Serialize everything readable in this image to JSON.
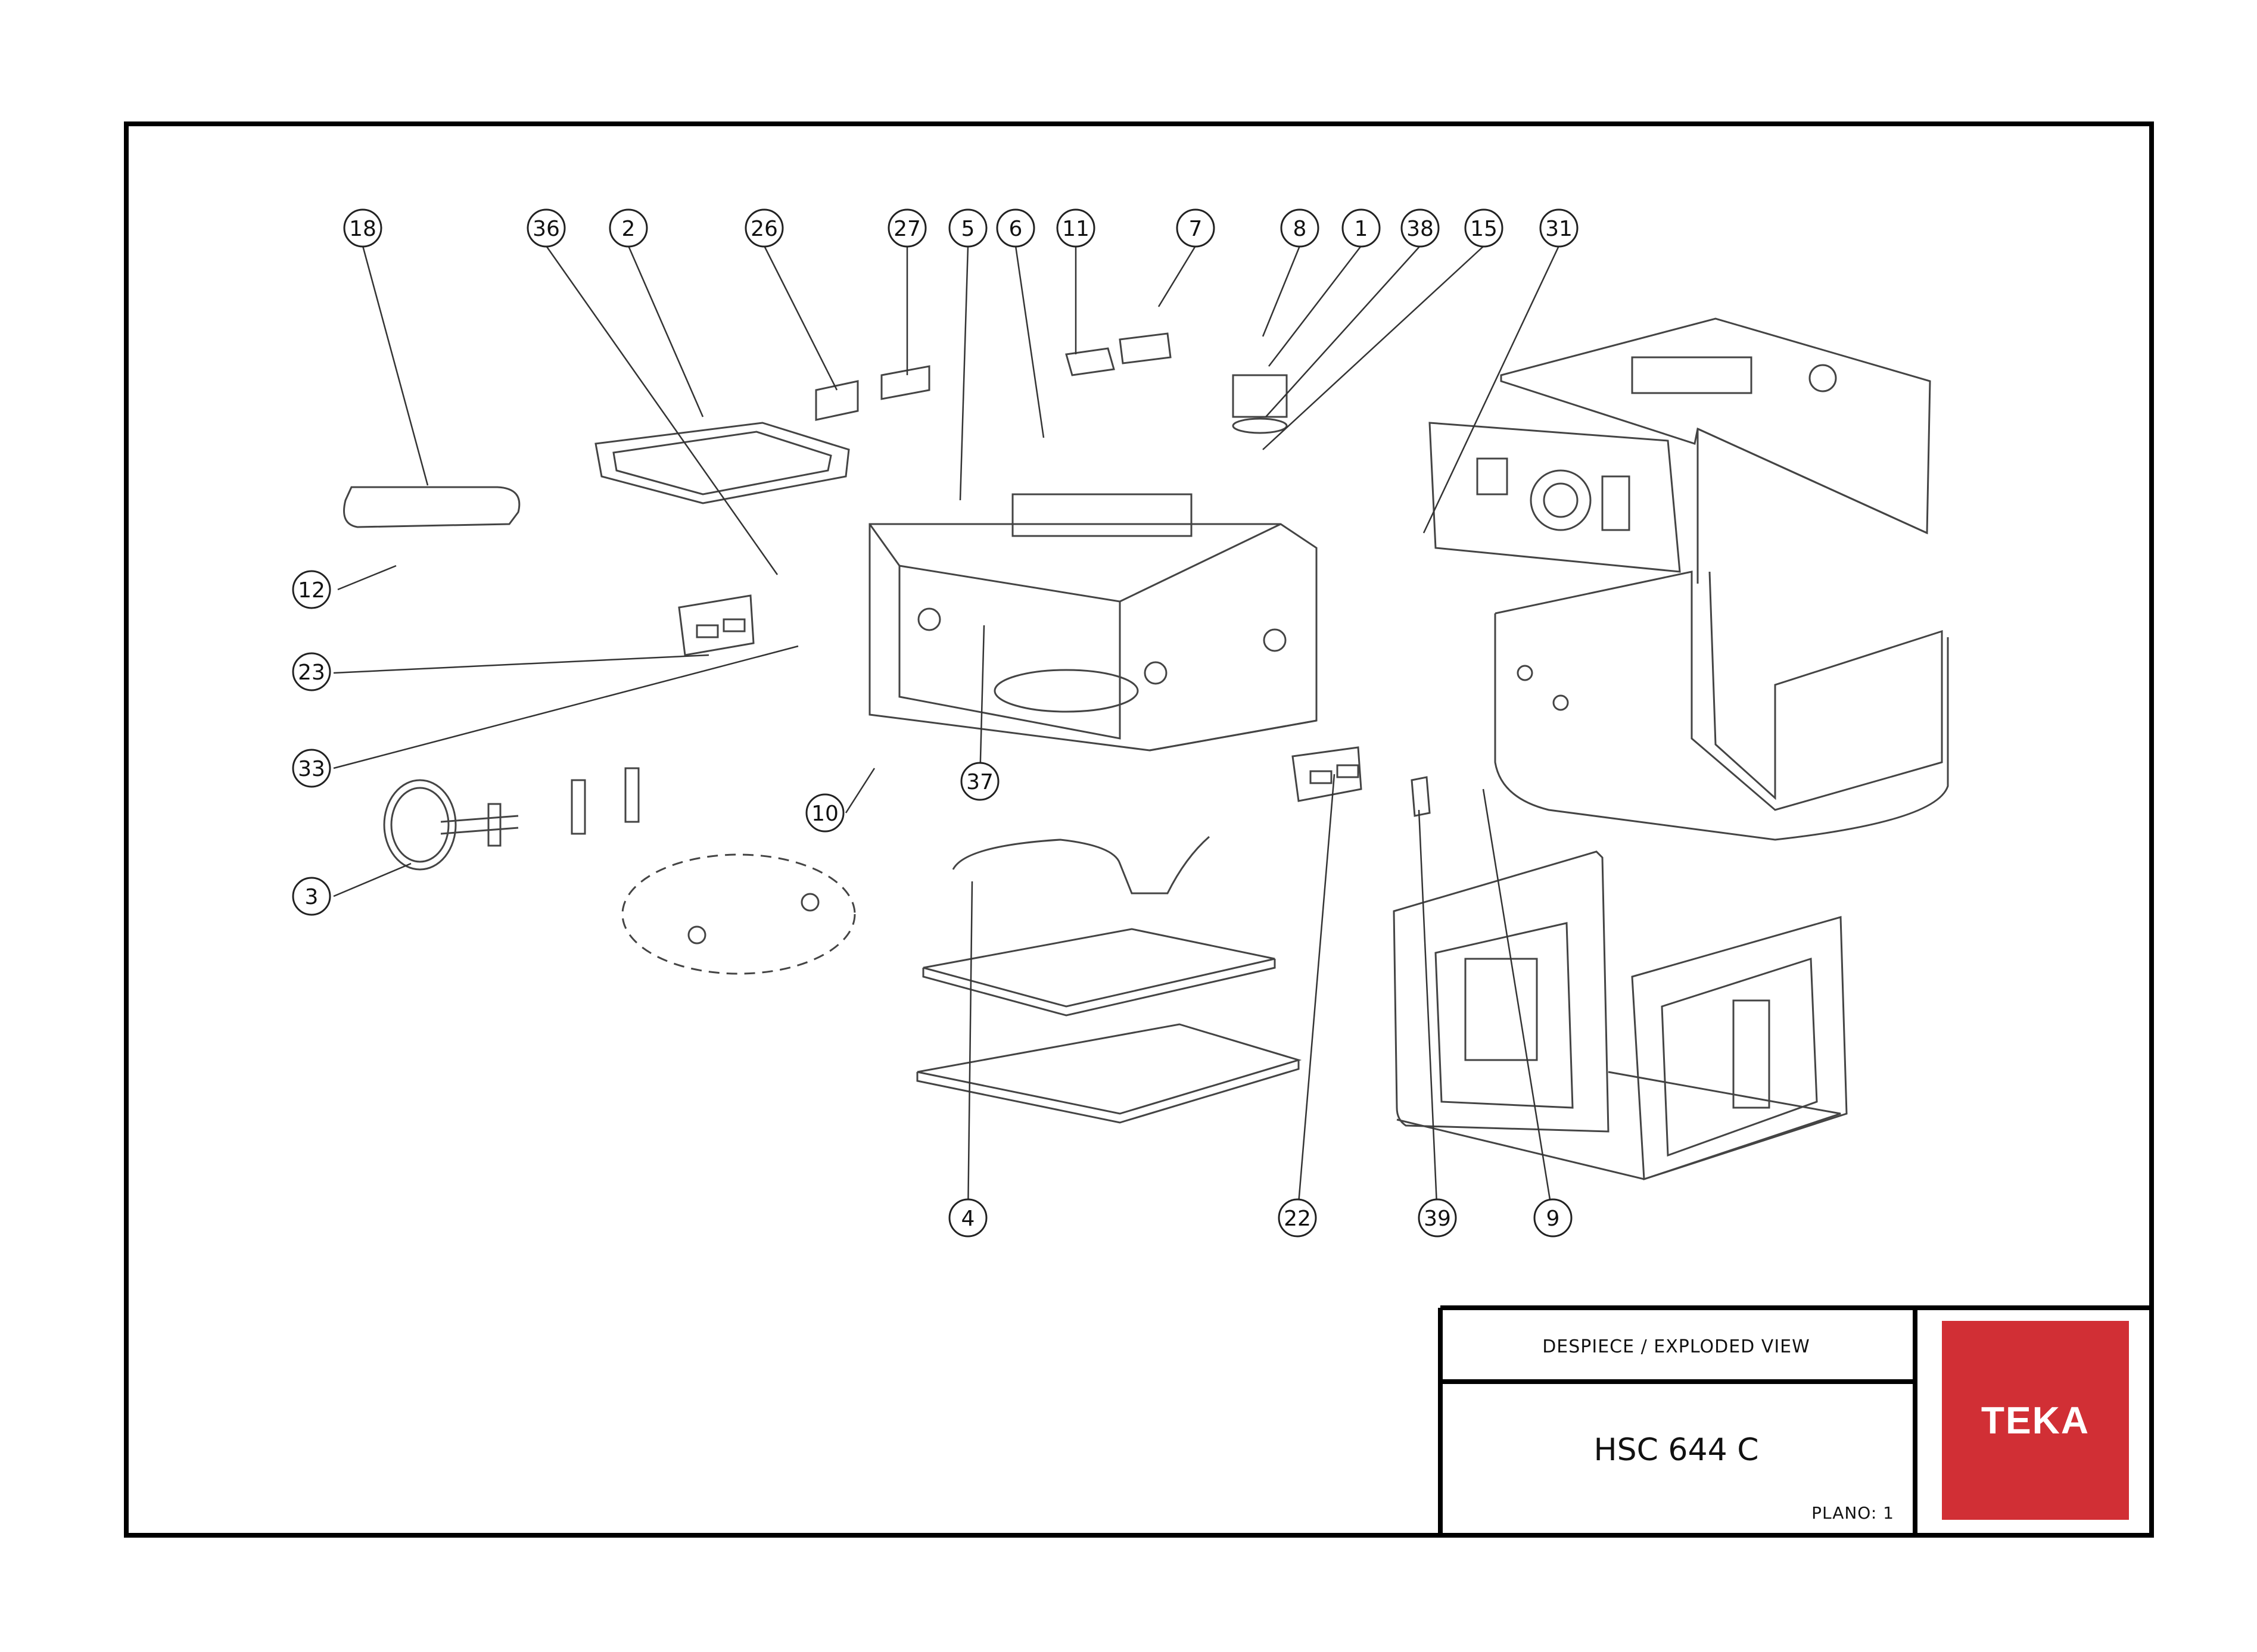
{
  "title_block": {
    "title": "DESPIECE / EXPLODED VIEW",
    "model": "HSC 644 C",
    "plano": "PLANO: 1",
    "logo_text": "TEKA",
    "logo_color": "#d12f35"
  },
  "callouts": [
    "18",
    "36",
    "2",
    "26",
    "27",
    "5",
    "6",
    "11",
    "7",
    "8",
    "1",
    "38",
    "15",
    "31",
    "12",
    "23",
    "33",
    "3",
    "10",
    "37",
    "4",
    "22",
    "39",
    "9"
  ]
}
